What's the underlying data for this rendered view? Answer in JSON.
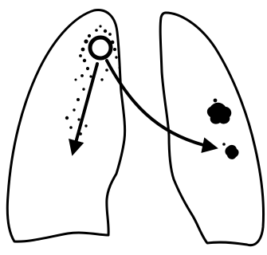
{
  "figure": {
    "background_color": "#ffffff",
    "ink_color": "#000000",
    "elements": [
      {
        "name": "right-lung",
        "kind": "lung outline"
      },
      {
        "name": "left-lung",
        "kind": "lung outline"
      },
      {
        "name": "primary-lesion",
        "kind": "circle with surrounding speckles"
      },
      {
        "name": "arrow-to-lower-right-lung",
        "kind": "straight arrow"
      },
      {
        "name": "arrow-to-left-lung",
        "kind": "curved arrow"
      },
      {
        "name": "spread-lesion-upper",
        "kind": "blotch"
      },
      {
        "name": "spread-lesion-lower",
        "kind": "blotch"
      }
    ]
  }
}
